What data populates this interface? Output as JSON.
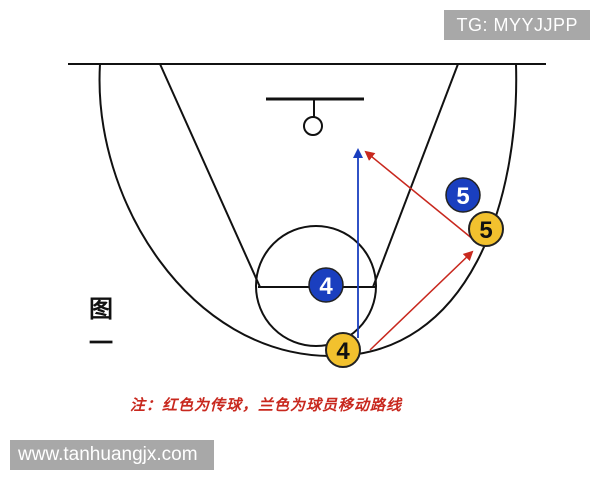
{
  "watermarks": {
    "top": "TG: MYYJJPP",
    "bottom": "www.tanhuangjx.com"
  },
  "figure_label": "图一",
  "note": "注：红色为传球，兰色为球员移动路线",
  "players": {
    "offense_4": "4",
    "offense_5": "5",
    "defense_4": "4",
    "defense_5": "5"
  },
  "colors": {
    "offense": "#f2c12e",
    "defense": "#1a3fbf",
    "pass_arrow": "#c8281e",
    "move_arrow": "#1a3fbf",
    "court_line": "#111111"
  }
}
